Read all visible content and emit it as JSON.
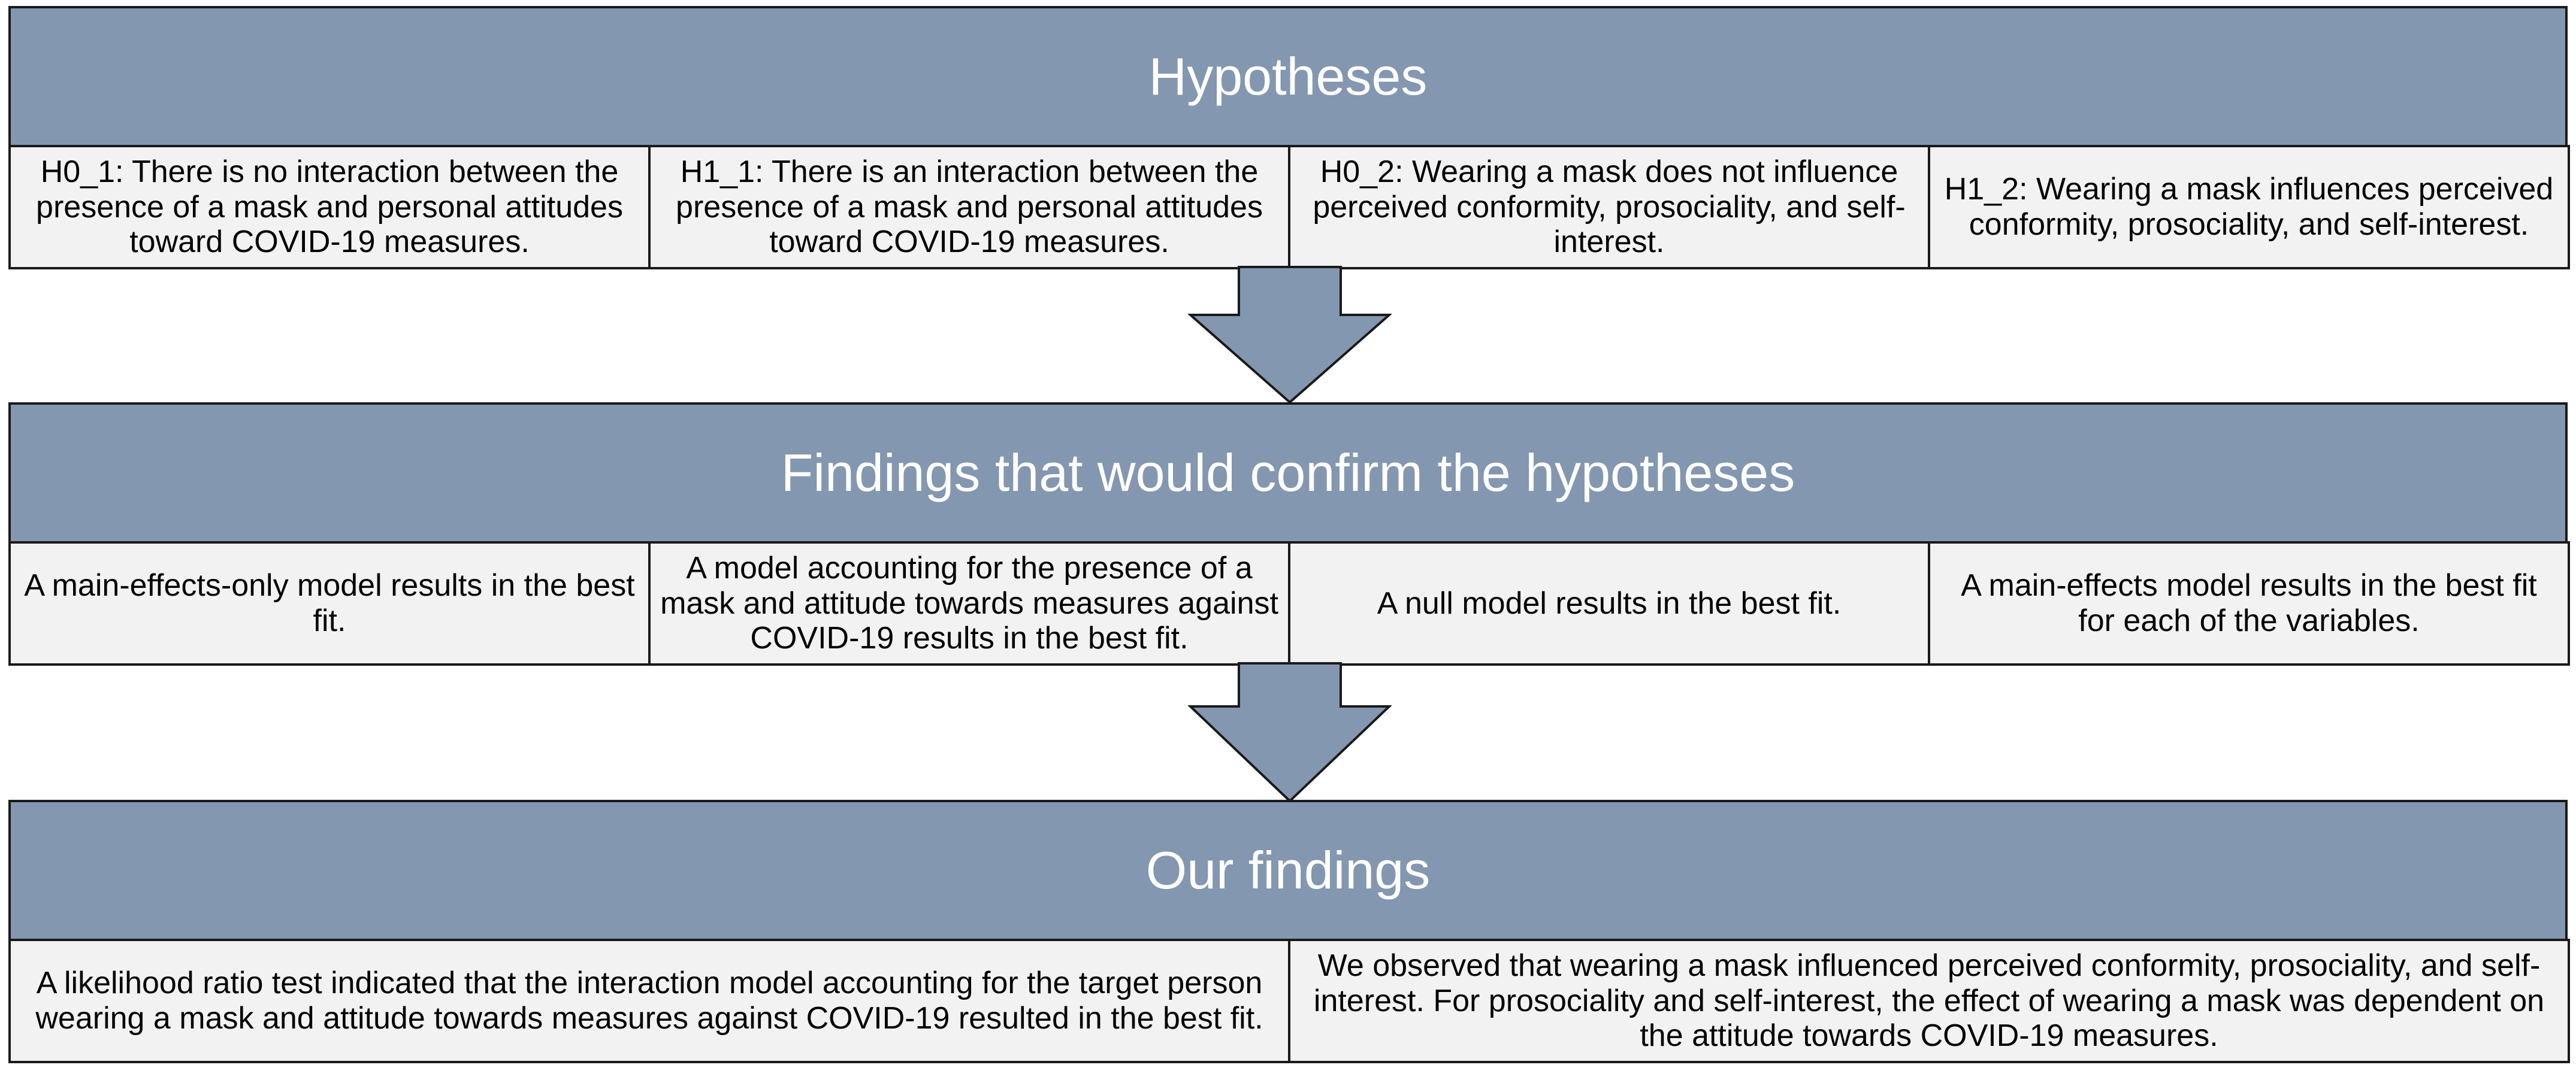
{
  "sections": [
    {
      "title": "Hypotheses",
      "cells": [
        "H0_1: There is no interaction between the presence of a mask and personal attitudes toward COVID-19 measures.",
        "H1_1: There is an interaction between the presence of a mask and personal attitudes toward COVID-19 measures.",
        "H0_2: Wearing a mask does not influence perceived conformity, prosociality, and self-interest.",
        "H1_2: Wearing a mask influences perceived conformity, prosociality, and self-interest."
      ]
    },
    {
      "title": "Findings that would confirm the hypotheses",
      "cells": [
        "A main-effects-only model results in the best fit.",
        "A model accounting for the presence of a mask and attitude towards measures against COVID-19 results in the best fit.",
        "A null model results in the best fit.",
        "A main-effects model results in the best fit for each of the variables."
      ]
    },
    {
      "title": "Our findings",
      "cells": [
        "A likelihood ratio test indicated that the interaction model accounting for the target person wearing a mask and attitude towards measures against COVID-19 resulted in the best fit.",
        "We observed that wearing a mask influenced perceived conformity, prosociality, and self-interest. For prosociality and self-interest, the effect of wearing a mask was dependent on the attitude towards COVID-19 measures."
      ]
    }
  ],
  "colors": {
    "header": "#8497b0",
    "cell": "#f2f2f2",
    "border": "#1a1a1a",
    "arrow": "#8497b0"
  }
}
